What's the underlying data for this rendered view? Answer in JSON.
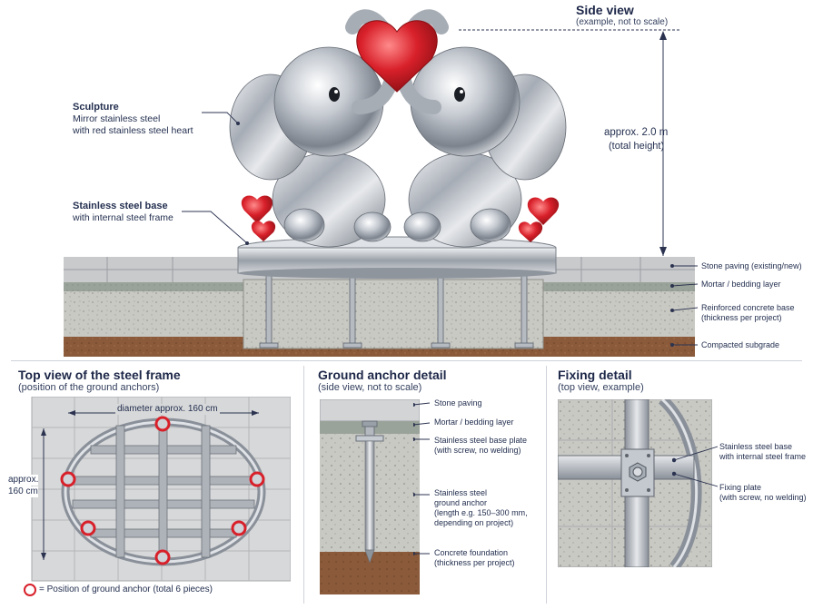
{
  "side_view": {
    "title": "Side view",
    "subtitle": "(example, not to scale)",
    "height_label_1": "approx. 2.0 m",
    "height_label_2": "(total height)",
    "sculpture_title": "Sculpture",
    "sculpture_line1": "Mirror stainless steel",
    "sculpture_line2": "with red stainless steel heart",
    "base_title": "Stainless steel base",
    "base_line1": "with internal steel frame",
    "layers": [
      "Stone paving (existing/new)",
      "Mortar / bedding layer",
      "Reinforced concrete base",
      "(thickness per project)",
      "Compacted subgrade"
    ]
  },
  "top_view": {
    "title": "Top view of the steel frame",
    "subtitle": "(position of the ground anchors)",
    "diameter_label": "diameter approx. 160 cm",
    "side_label_1": "approx.",
    "side_label_2": "160 cm",
    "legend": "= Position of ground anchor (total 6 pieces)",
    "anchor_color": "#d8202a"
  },
  "anchor_detail": {
    "title": "Ground anchor detail",
    "subtitle": "(side view, not to scale)",
    "labels": {
      "paving": "Stone paving",
      "mortar": "Mortar / bedding layer",
      "plate_1": "Stainless steel base plate",
      "plate_2": "(with screw, no welding)",
      "anchor_1": "Stainless steel",
      "anchor_2": "ground anchor",
      "anchor_3": "(length e.g. 150–300 mm,",
      "anchor_4": "depending on project)",
      "foundation_1": "Concrete foundation",
      "foundation_2": "(thickness per project)"
    }
  },
  "fixing_detail": {
    "title": "Fixing detail",
    "subtitle": "(top view, example)",
    "base_1": "Stainless steel base",
    "base_2": "with internal steel frame",
    "plate_1": "Fixing plate",
    "plate_2": "(with screw, no welding)"
  },
  "colors": {
    "heart_red": "#d8202a",
    "steel": "#b9bec6",
    "concrete": "#c7c7c2",
    "soil": "#8a5a3a"
  }
}
